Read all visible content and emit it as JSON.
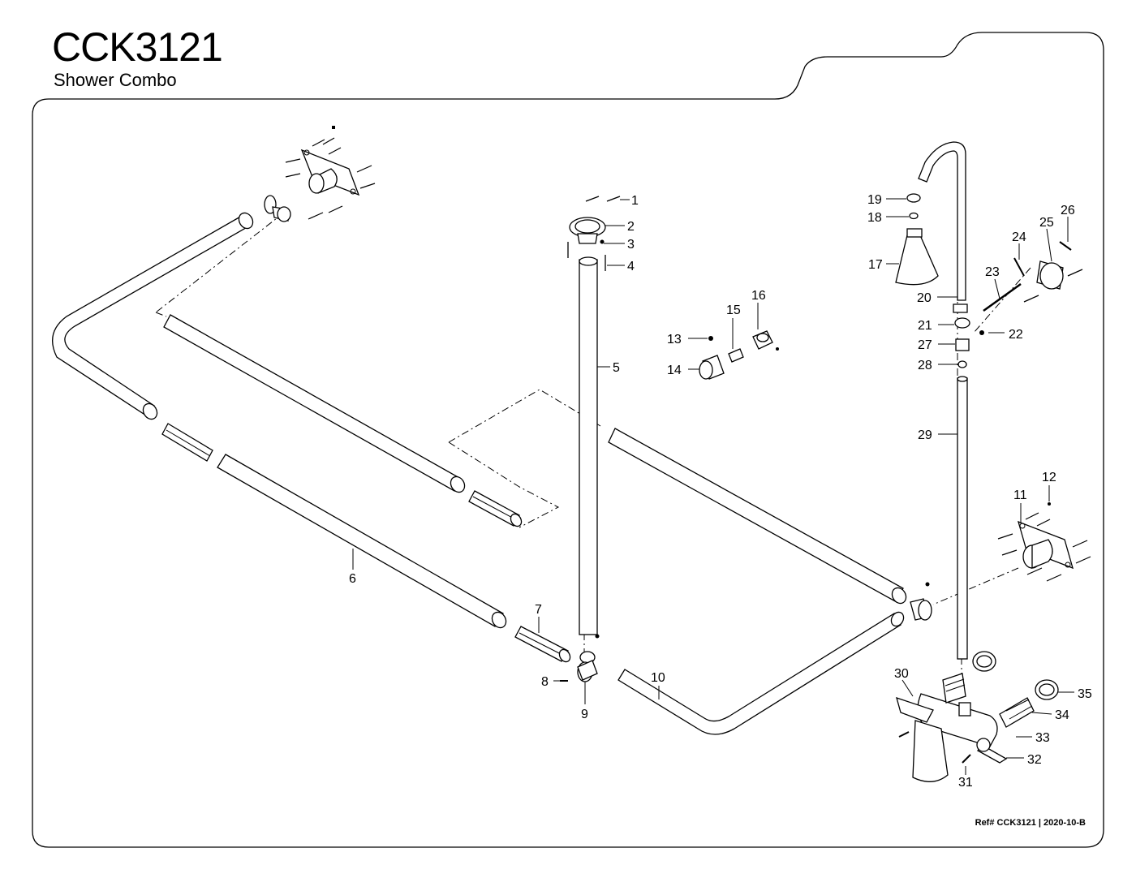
{
  "header": {
    "title": "CCK3121",
    "subtitle": "Shower Combo"
  },
  "footer": {
    "reference": "Ref# CCK3121 | 2020-10-B"
  },
  "callouts": [
    "1",
    "2",
    "3",
    "4",
    "5",
    "6",
    "7",
    "8",
    "9",
    "10",
    "11",
    "12",
    "13",
    "14",
    "15",
    "16",
    "17",
    "18",
    "19",
    "20",
    "21",
    "22",
    "23",
    "24",
    "25",
    "26",
    "27",
    "28",
    "29",
    "30",
    "31",
    "32",
    "33",
    "34",
    "35"
  ]
}
